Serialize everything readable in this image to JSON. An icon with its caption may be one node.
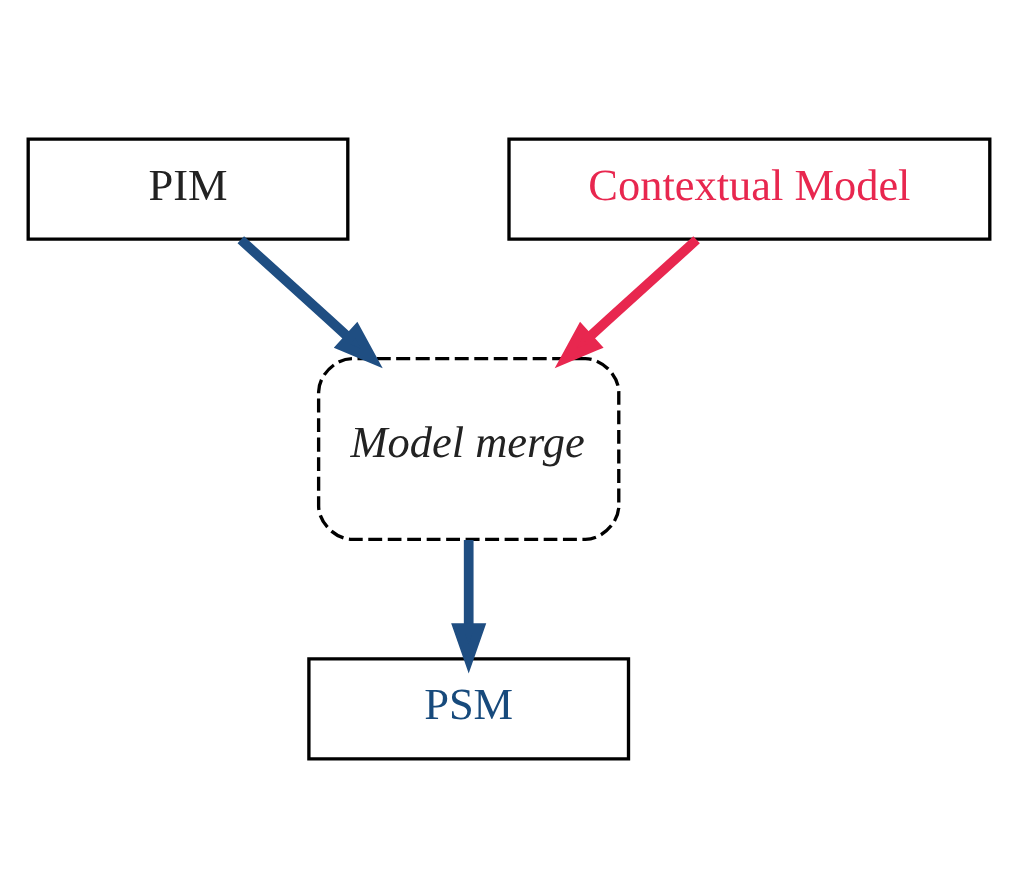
{
  "diagram": {
    "nodes": [
      {
        "text": [
          "PIM"
        ]
      },
      {
        "text": [
          "Contextual Model"
        ]
      },
      {
        "text": [
          "Model merge"
        ]
      },
      {
        "text": [
          "PSM"
        ]
      }
    ],
    "edges": [
      {
        "from": 0,
        "to": 2,
        "arrow": "to"
      },
      {
        "from": 1,
        "to": 2,
        "arrow": "to",
        "color": "#e8274f"
      },
      {
        "from": 2,
        "to": 3,
        "arrow": "to"
      }
    ]
  }
}
